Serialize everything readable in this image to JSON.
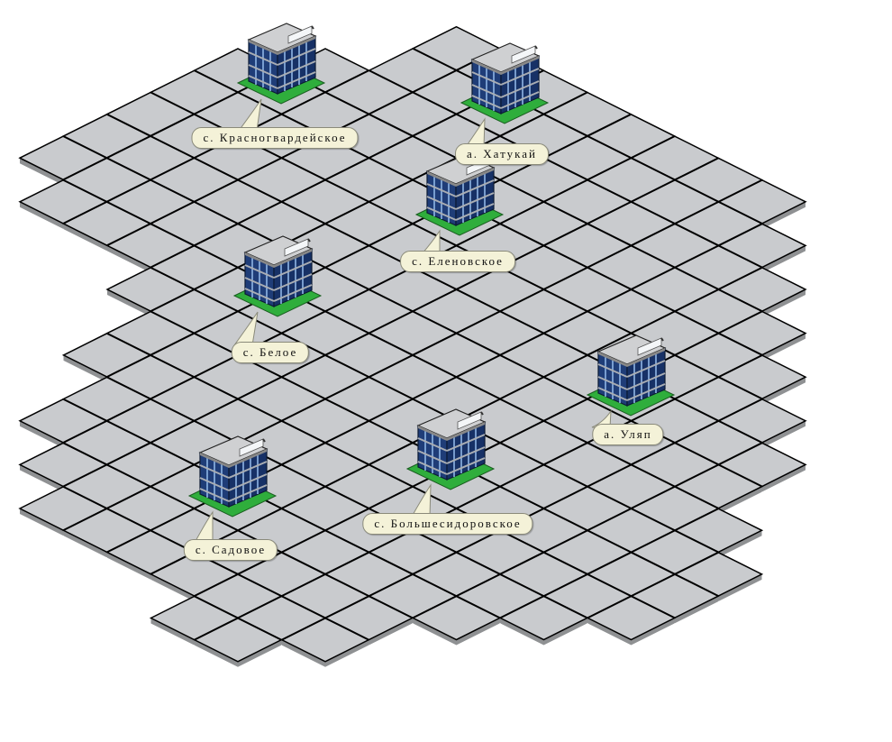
{
  "settlements": [
    {
      "name": "с. Красногвардейское"
    },
    {
      "name": "а. Хатукай"
    },
    {
      "name": "с. Еленовское"
    },
    {
      "name": "с. Белое"
    },
    {
      "name": "а. Уляп"
    },
    {
      "name": "с. Большесидоровское"
    },
    {
      "name": "с. Садовое"
    }
  ],
  "colors": {
    "tile": "#c9cbce",
    "tile_side": "#8f9193",
    "base": "#2fae3c",
    "label_bg": "#f4f2d8",
    "facade": "#1f3d78",
    "window": "#8fb6e6"
  }
}
